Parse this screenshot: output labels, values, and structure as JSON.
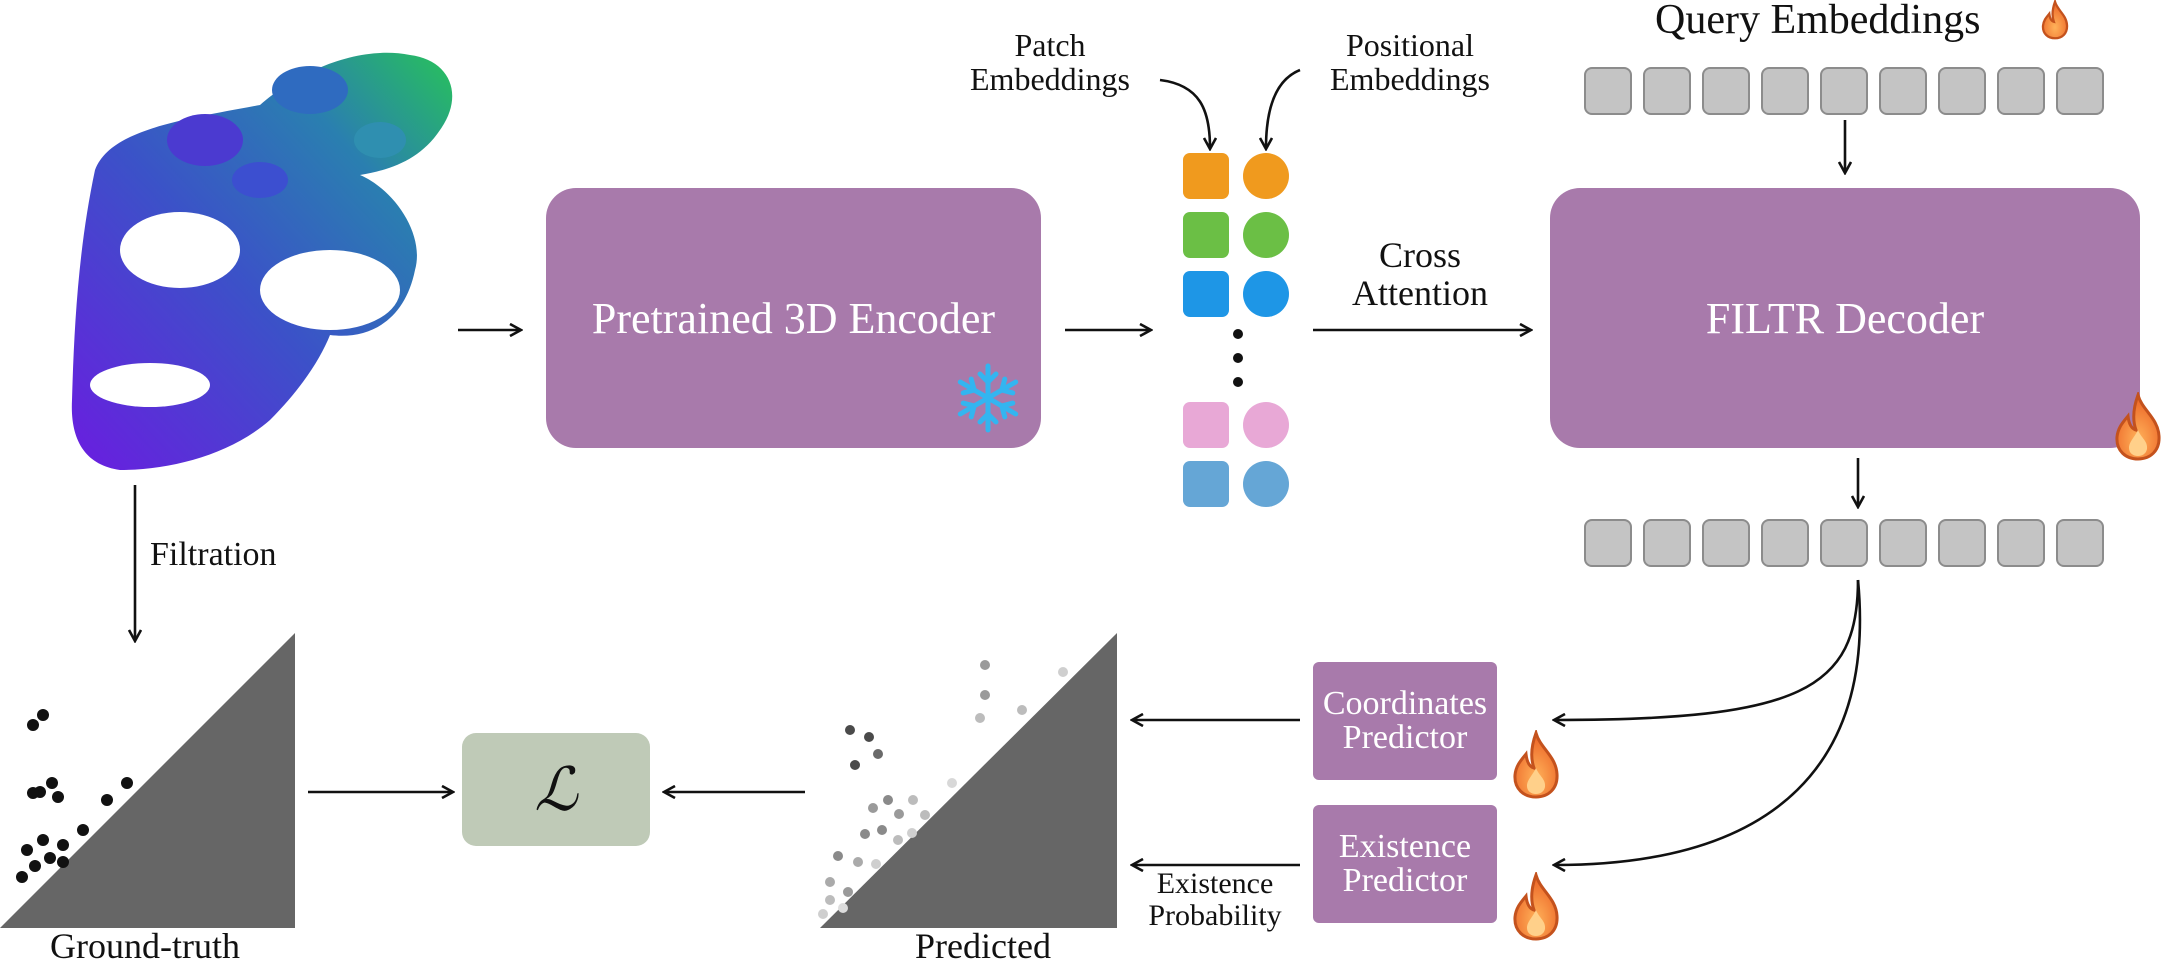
{
  "encoder": {
    "label": "Pretrained 3D Encoder",
    "icon": "snowflake-icon"
  },
  "decoder": {
    "label": "FILTR Decoder",
    "icon": "flame-icon"
  },
  "query": {
    "label": "Query Embeddings",
    "icon": "flame-icon",
    "token_count": 9
  },
  "output_tokens": {
    "token_count": 9
  },
  "patch_label": {
    "line1": "Patch",
    "line2": "Embeddings"
  },
  "positional_label": {
    "line1": "Positional",
    "line2": "Embeddings"
  },
  "cross_attention": {
    "line1": "Cross",
    "line2": "Attention"
  },
  "filtration": "Filtration",
  "coordinates_predictor": {
    "line1": "Coordinates",
    "line2": "Predictor"
  },
  "existence_predictor": {
    "line1": "Existence",
    "line2": "Predictor"
  },
  "existence_probability": {
    "line1": "Existence",
    "line2": "Probability"
  },
  "loss_symbol": "ℒ",
  "ground_truth_label": "Ground-truth",
  "predicted_label": "Predicted",
  "colors": {
    "box": "#a87aab",
    "loss": "#bfcab7",
    "token": "#c4c4c4",
    "triangle": "#666666",
    "embedding_rows": [
      "#f09a1e",
      "#6bbf45",
      "#1e96e6",
      "#e8a8d6",
      "#65a6d6"
    ],
    "flame": "#f07a35",
    "snowflake": "#33b5f0"
  }
}
